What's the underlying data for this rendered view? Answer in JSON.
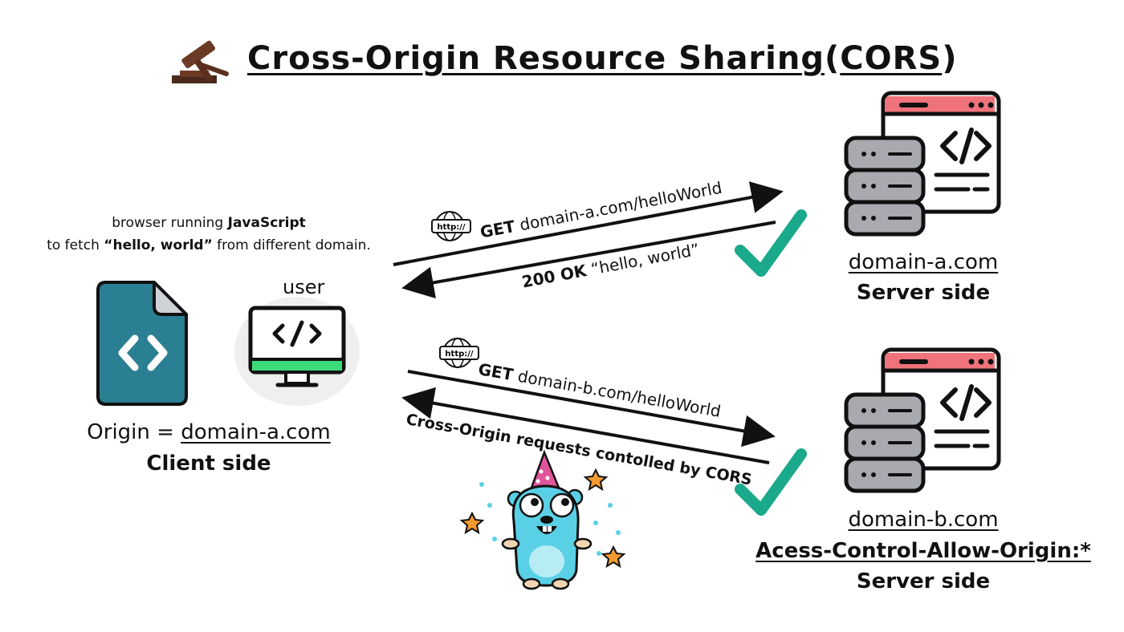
{
  "title": {
    "main": "Cross-Origin Resource Sharing",
    "paren_open": "(",
    "cors": "CORS",
    "paren_close": ")"
  },
  "client": {
    "description_line1_pre": "browser running ",
    "description_line1_bold": "JavaScript",
    "description_line2_pre": "to fetch ",
    "description_line2_bold": "“hello, world”",
    "description_line2_post": " from different domain.",
    "user_label": "user",
    "origin_prefix": "Origin = ",
    "origin_domain": "domain-a.com",
    "side_label": "Client side"
  },
  "server_a": {
    "domain": "domain-a.com",
    "side_label": "Server side"
  },
  "server_b": {
    "domain": "domain-b.com",
    "header": "Acess-Control-Allow-Origin:*",
    "side_label": "Server side"
  },
  "flows": {
    "http_badge": "http://",
    "req_a_method": "GET",
    "req_a_path": " domain-a.com/helloWorld",
    "resp_a_status": "200 OK",
    "resp_a_body": " “hello, world”",
    "req_b_method": "GET",
    "req_b_path": " domain-b.com/helloWorld",
    "resp_b_text": "Cross-Origin requests contolled by CORS"
  },
  "colors": {
    "check": "#1aa98b",
    "file_icon": "#2a7f93",
    "monitor_bar": "#3bdb7a",
    "server_header": "#f0737b",
    "server_body": "#a8aab0",
    "gopher": "#5ad0e6"
  },
  "icons": [
    "gavel-icon",
    "code-file-icon",
    "monitor-code-icon",
    "server-a-icon",
    "server-b-icon",
    "check-a-icon",
    "check-b-icon",
    "gopher-mascot-icon",
    "http-badge-icon"
  ]
}
